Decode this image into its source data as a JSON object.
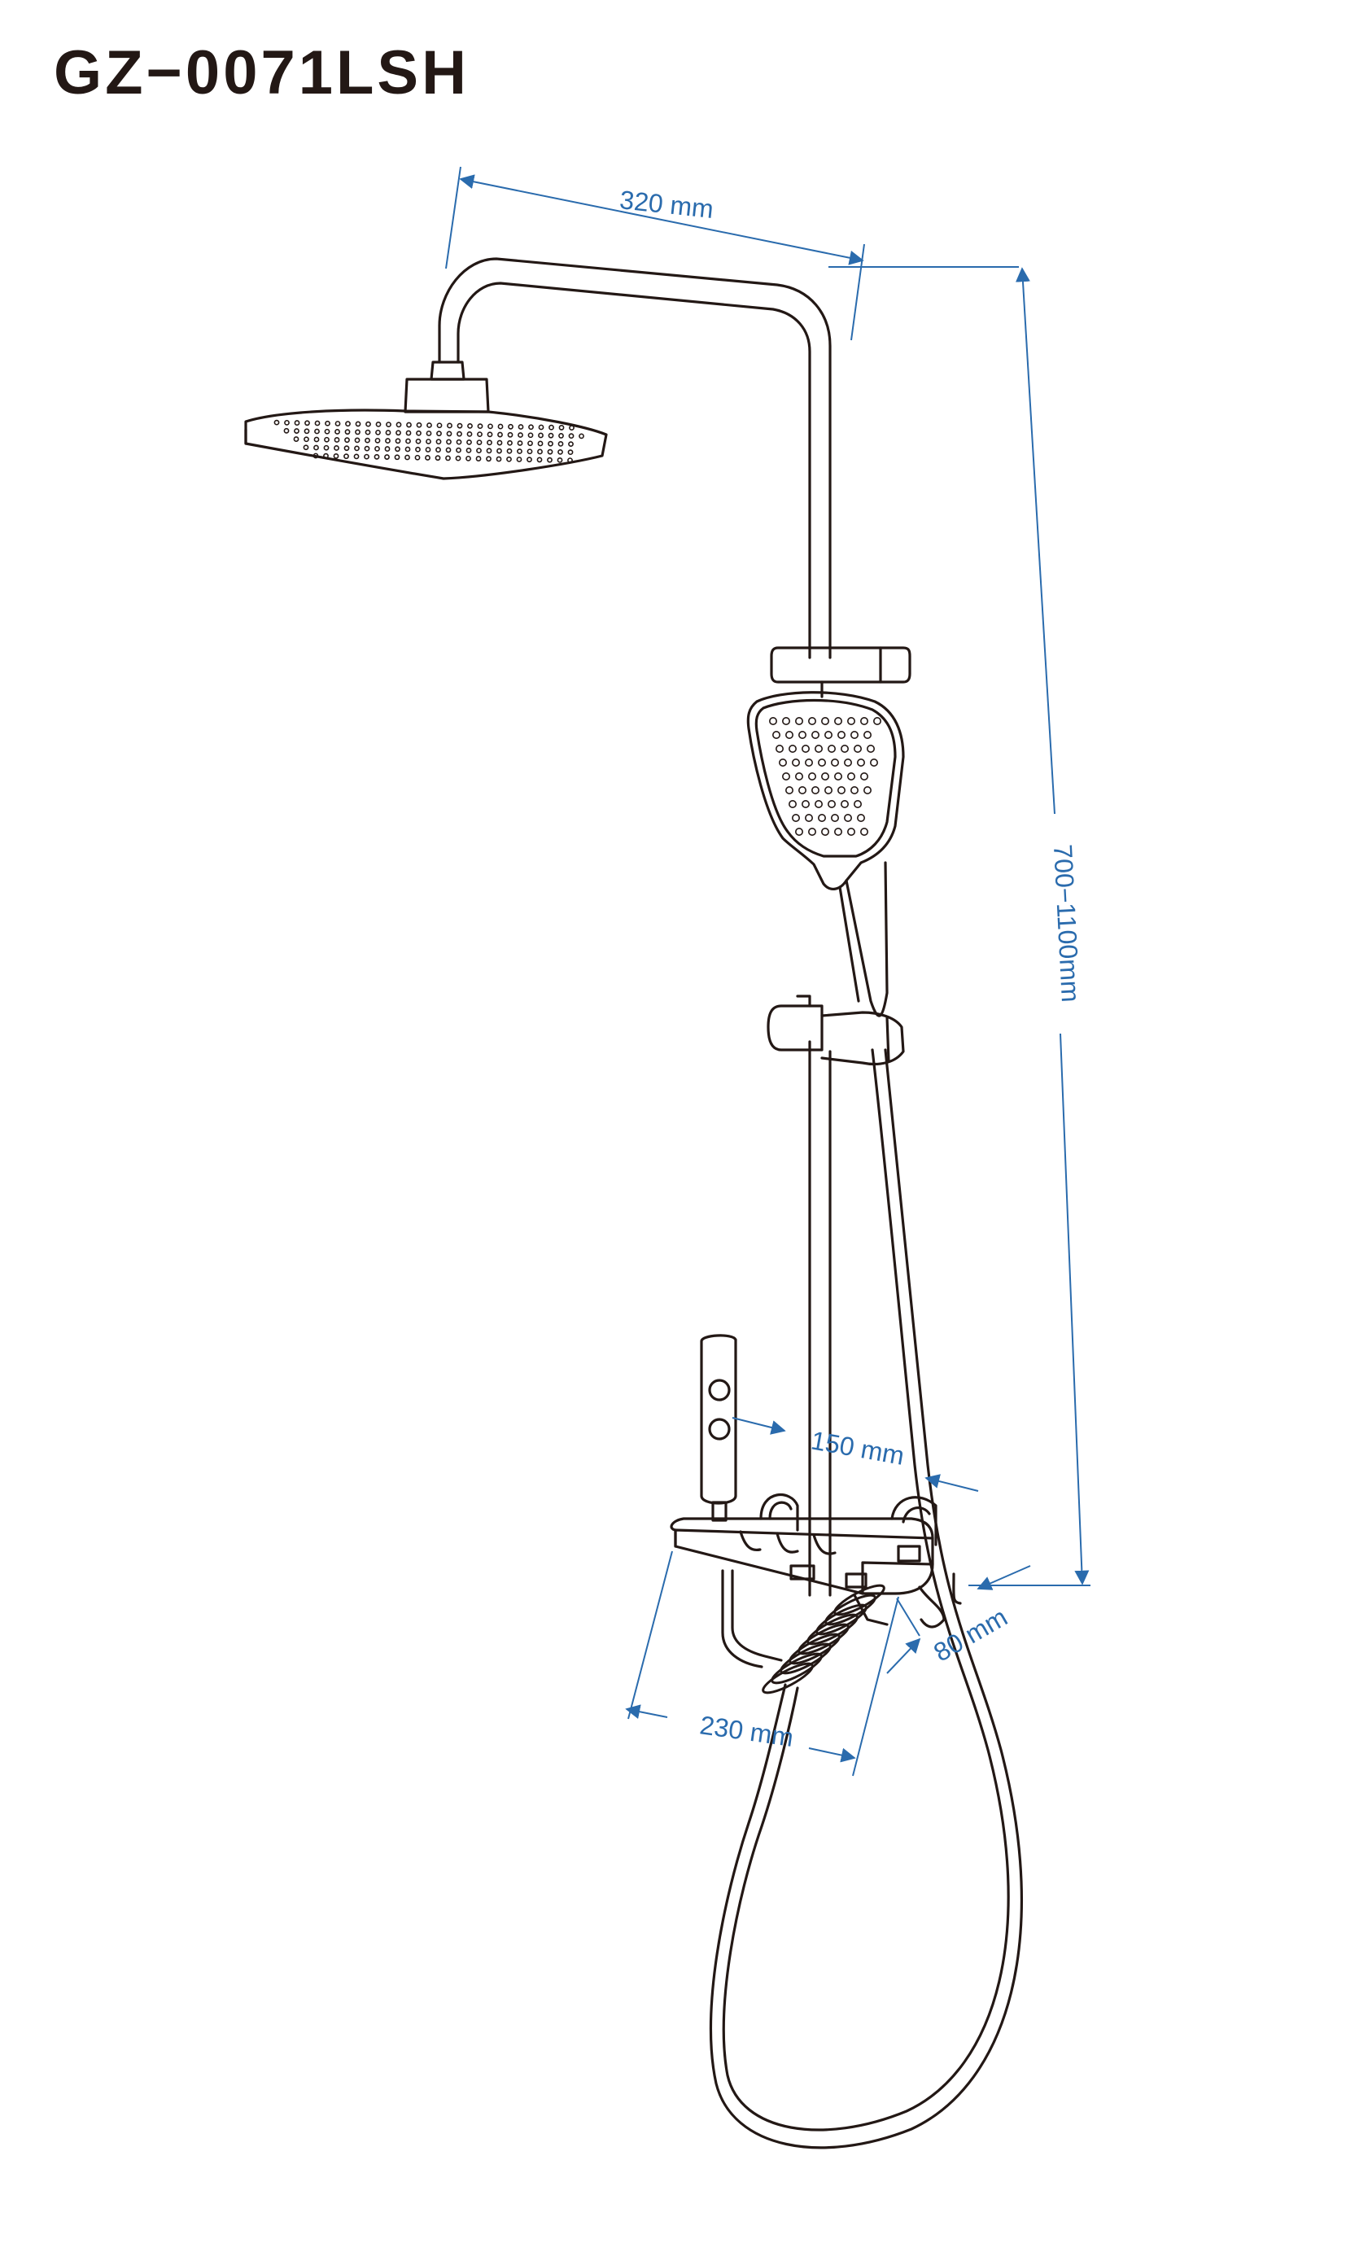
{
  "title": "GZ−0071LSH",
  "colors": {
    "line": "#231815",
    "dimension": "#2a6bad",
    "background": "#ffffff"
  },
  "dimensions": {
    "top_arm": "320 mm",
    "height": "700−1100mm",
    "valve_spacing": "150 mm",
    "shelf_depth": "80 mm",
    "shelf_width": "230 mm"
  }
}
